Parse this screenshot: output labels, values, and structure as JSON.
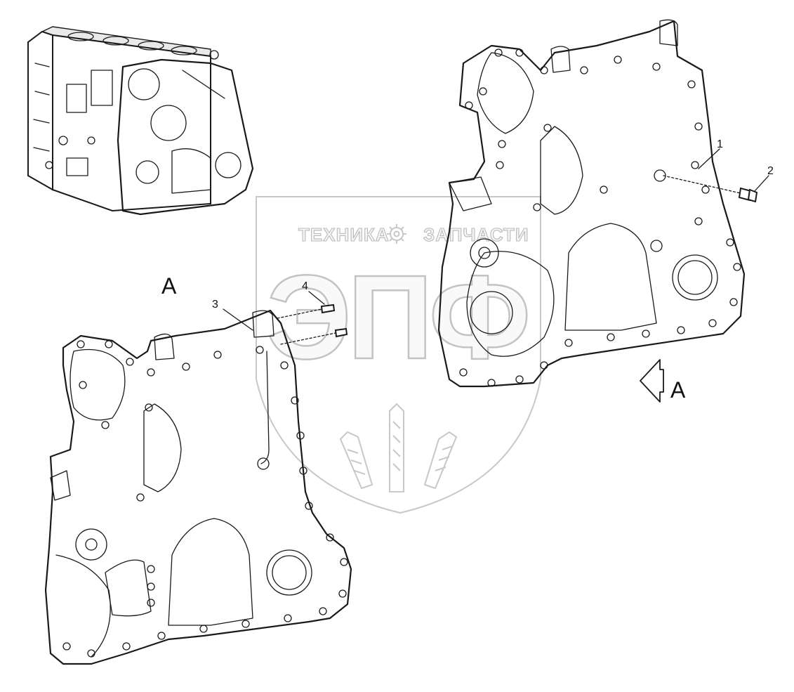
{
  "callouts": [
    {
      "id": "1",
      "text": "1"
    },
    {
      "id": "2",
      "text": "2"
    },
    {
      "id": "3",
      "text": "3"
    },
    {
      "id": "4",
      "text": "4"
    }
  ],
  "view_labels": {
    "view_left": "A",
    "view_arrow": "A"
  },
  "watermark": {
    "left_word": "ТЕХНИКА",
    "right_word": "ЗАПЧАСТИ",
    "monogram": "ЭПФ",
    "colors": {
      "outline": "#b5b5b5",
      "fill": "#f6f6f6"
    }
  },
  "line_color": "#1a1a1a",
  "icons": [
    "gear-icon",
    "wheat-ears-icon",
    "view-direction-arrow-icon"
  ]
}
